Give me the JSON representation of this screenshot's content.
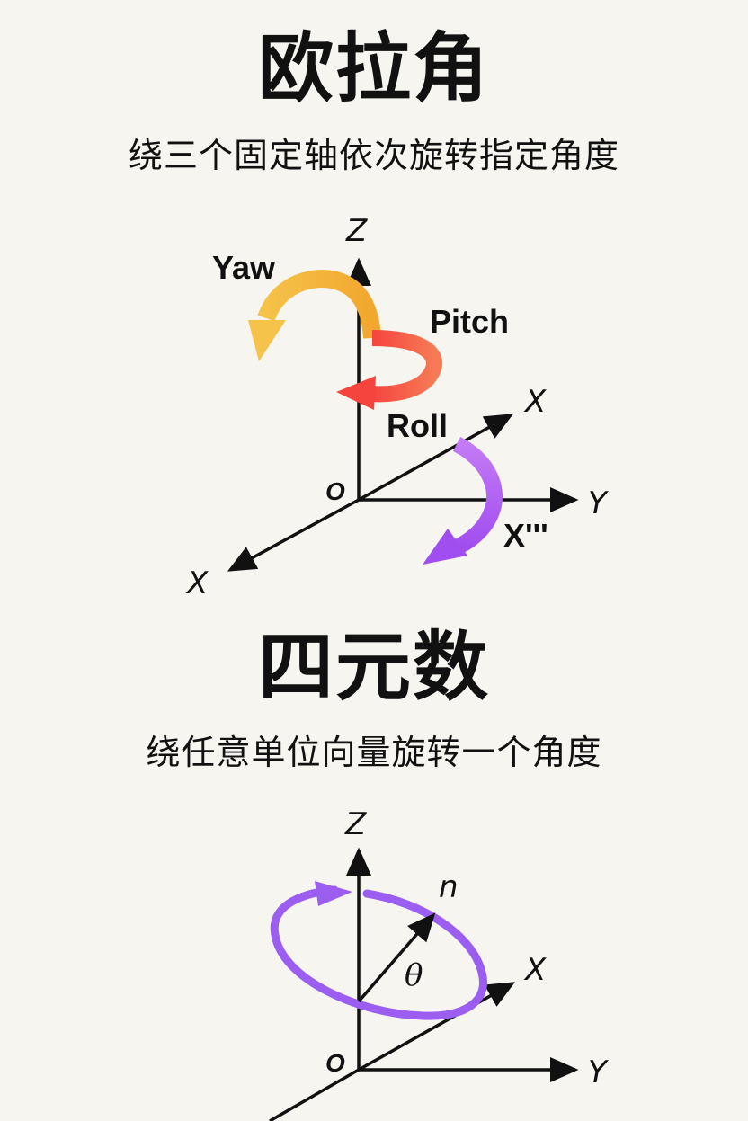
{
  "euler": {
    "title": "欧拉角",
    "subtitle": "绕三个固定轴依次旋转指定角度",
    "axes": {
      "z": "Z",
      "x_upper": "X",
      "y": "Y",
      "x_lower": "X",
      "x_rotated": "X'''",
      "origin": "O"
    },
    "rotations": {
      "yaw": "Yaw",
      "pitch": "Pitch",
      "roll": "Roll"
    },
    "colors": {
      "yaw": "#f5b93a",
      "pitch": "#f0504a",
      "roll": "#b466f0"
    }
  },
  "quaternion": {
    "title": "四元数",
    "subtitle": "绕任意单位向量旋转一个角度",
    "axes": {
      "z": "Z",
      "x": "X",
      "y": "Y",
      "origin": "O",
      "vector": "n",
      "angle": "θ"
    },
    "colors": {
      "ring": "#9b5ef0"
    }
  }
}
